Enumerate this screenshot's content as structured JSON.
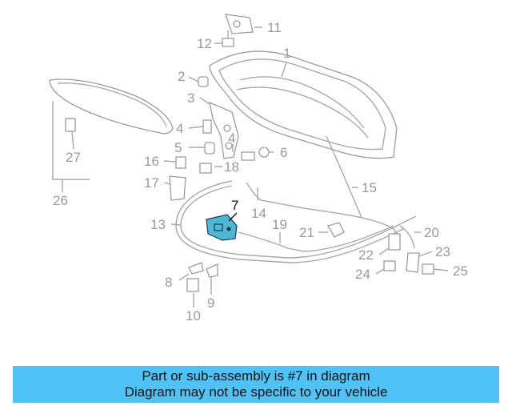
{
  "diagram": {
    "highlight_color": "#4db7d6",
    "part_color": "#9c9c9c",
    "callouts": [
      "1",
      "2",
      "3",
      "4",
      "4",
      "5",
      "6",
      "7",
      "8",
      "9",
      "10",
      "11",
      "12",
      "13",
      "14",
      "15",
      "16",
      "17",
      "18",
      "19",
      "20",
      "21",
      "22",
      "23",
      "24",
      "25",
      "26",
      "27"
    ]
  },
  "banner": {
    "line1": "Part or sub-assembly is #7 in diagram",
    "line2": "Diagram may not be specific to your vehicle",
    "color": "#4fc3f7"
  }
}
